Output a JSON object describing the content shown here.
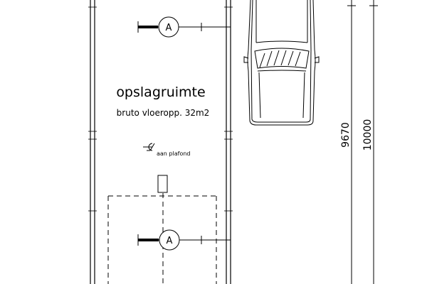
{
  "room": {
    "name": "opslagruimte",
    "area_note": "bruto vloeropp. 32m2"
  },
  "fixtures": {
    "ceiling_light_label": "aan plafond",
    "section_marker_top": "A",
    "section_marker_bottom": "A"
  },
  "dimensions": {
    "inner_length": "9670",
    "outer_length": "10000"
  }
}
